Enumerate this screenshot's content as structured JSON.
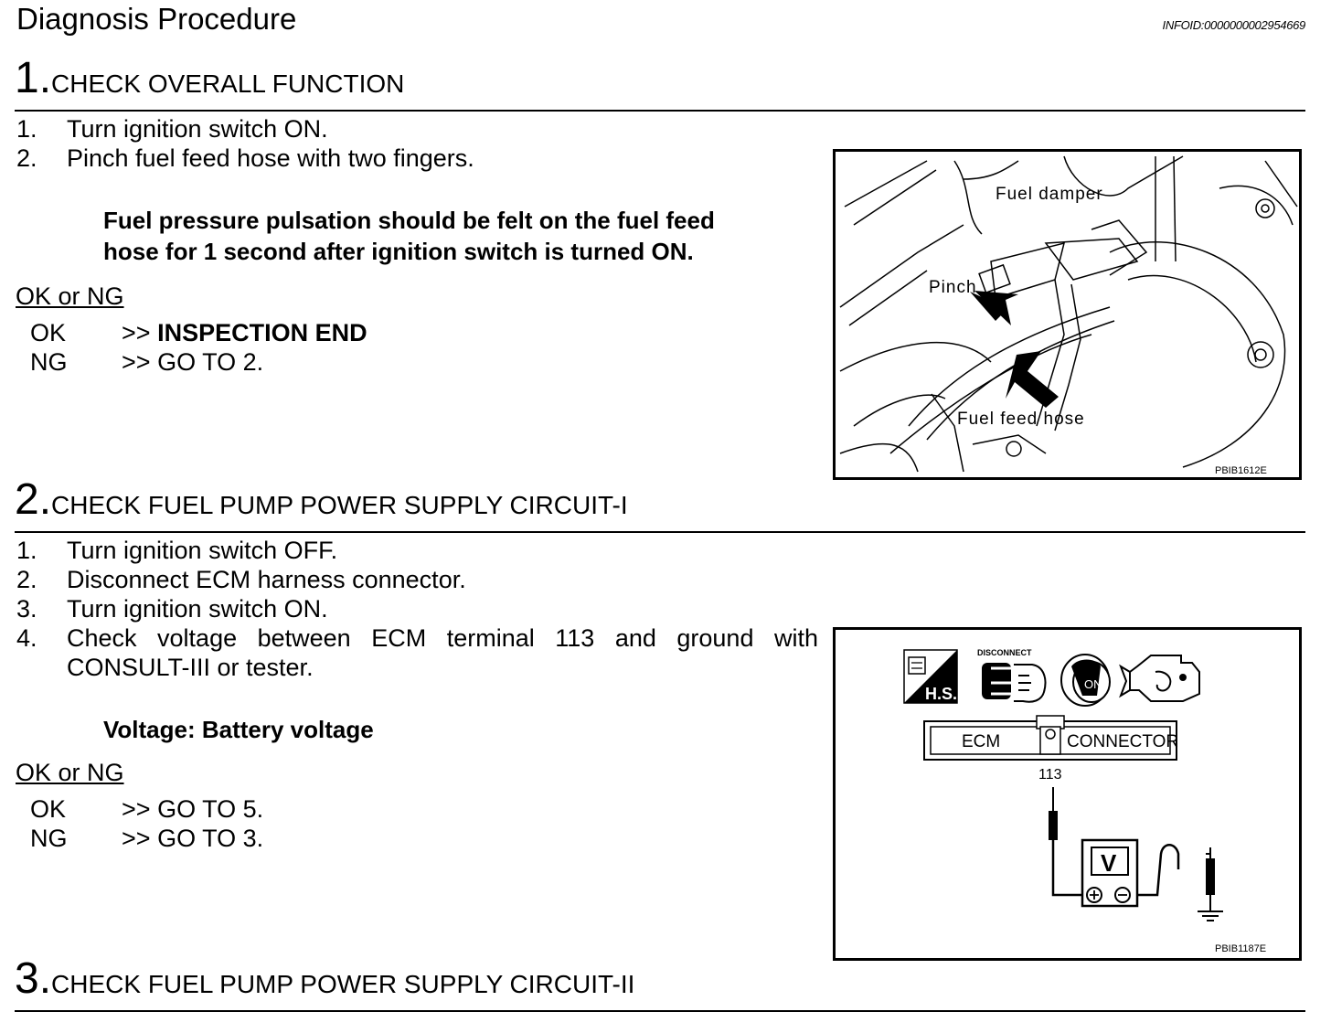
{
  "header": {
    "title": "Diagnosis Procedure",
    "info_id": "INFOID:0000000002954669"
  },
  "steps": [
    {
      "number": "1.",
      "heading": "CHECK OVERALL FUNCTION",
      "instructions": [
        "Turn ignition switch ON.",
        "Pinch fuel feed hose with two fingers."
      ],
      "instruction_numbers": [
        "1.",
        "2."
      ],
      "spec_lines": [
        "Fuel pressure pulsation should be felt on the fuel feed",
        "hose for 1 second after ignition switch is turned ON."
      ],
      "ok_ng_label": "OK or NG",
      "results": [
        {
          "key": "OK",
          "arrow": ">>",
          "action": "INSPECTION END"
        },
        {
          "key": "NG",
          "arrow": ">>",
          "action": "GO TO 2."
        }
      ],
      "figure": {
        "code": "PBIB1612E",
        "labels": {
          "fuel_damper": "Fuel damper",
          "pinch": "Pinch",
          "fuel_feed_hose": "Fuel feed hose"
        }
      }
    },
    {
      "number": "2.",
      "heading": "CHECK FUEL PUMP POWER SUPPLY CIRCUIT-I",
      "instructions": [
        "Turn ignition switch OFF.",
        "Disconnect ECM harness connector.",
        "Turn ignition switch ON.",
        "Check voltage between ECM terminal 113 and ground with",
        "CONSULT-III or tester."
      ],
      "instruction_numbers": [
        "1.",
        "2.",
        "3.",
        "4."
      ],
      "spec_lines": [
        "Voltage: Battery voltage"
      ],
      "ok_ng_label": "OK or NG",
      "results": [
        {
          "key": "OK",
          "arrow": ">>",
          "action": "GO TO 5."
        },
        {
          "key": "NG",
          "arrow": ">>",
          "action": "GO TO 3."
        }
      ],
      "figure": {
        "code": "PBIB1187E",
        "labels": {
          "disconnect": "DISCONNECT",
          "hs": "H.S.",
          "on": "ON",
          "ecm": "ECM",
          "connector": "CONNECTOR",
          "terminal": "113",
          "meter": "V"
        }
      }
    },
    {
      "number": "3.",
      "heading": "CHECK FUEL PUMP POWER SUPPLY CIRCUIT-II"
    }
  ]
}
